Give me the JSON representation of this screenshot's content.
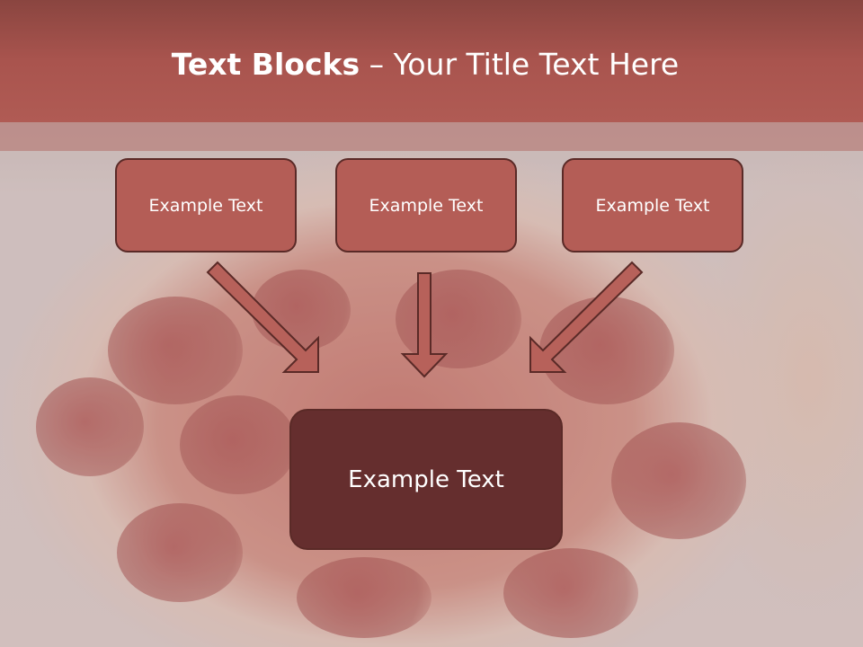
{
  "title": {
    "bold": "Text Blocks",
    "dash": " – ",
    "rest": "Your Title Text Here"
  },
  "blocks": {
    "left": "Example Text",
    "center": "Example Text",
    "right": "Example Text",
    "main": "Example Text"
  },
  "colors": {
    "title_bar": "#a9544e",
    "small_box": "#b45d56",
    "main_box": "#652e2e",
    "arrow_fill": "#b7615a",
    "arrow_stroke": "#5a2a27"
  }
}
